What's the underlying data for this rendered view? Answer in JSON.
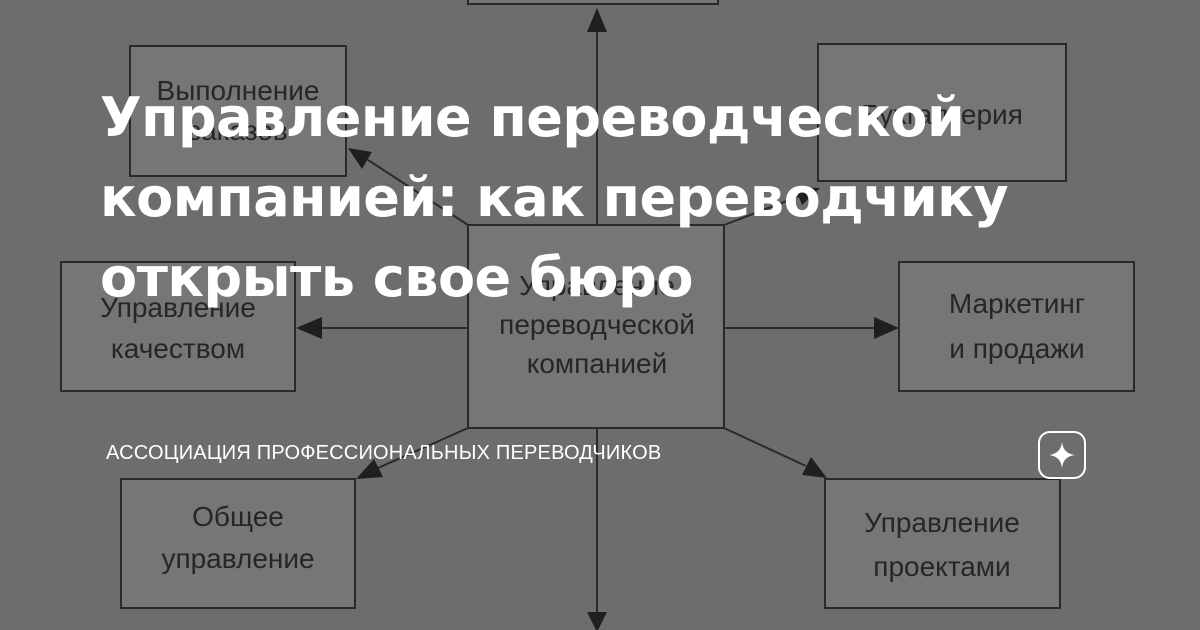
{
  "article": {
    "title": "Управление переводческой компанией: как переводчику открыть свое бюро",
    "title_lines": [
      "Управление переводческой",
      "компанией: как переводчику",
      "открыть свое бюро"
    ],
    "source": "АССОЦИАЦИЯ ПРОФЕССИОНАЛЬНЫХ ПЕРЕВОДЧИКОВ",
    "brand_icon": "sparkle-star-icon"
  },
  "diagram": {
    "center": [
      "Управление",
      "переводческой",
      "компанией"
    ],
    "nodes": [
      {
        "id": "execution",
        "lines": [
          "Выполнение",
          "заказов"
        ]
      },
      {
        "id": "accounting",
        "lines": [
          "Бухгалтерия"
        ]
      },
      {
        "id": "quality",
        "lines": [
          "Управление",
          "качеством"
        ]
      },
      {
        "id": "marketing",
        "lines": [
          "Маркетинг",
          "и продажи"
        ]
      },
      {
        "id": "general",
        "lines": [
          "Общее",
          "управление"
        ]
      },
      {
        "id": "projects",
        "lines": [
          "Управление",
          "проектами"
        ]
      }
    ]
  },
  "colors": {
    "background": "#7d7d7d",
    "diagram_box": "#888888",
    "diagram_stroke": "#2b2b2b",
    "overlay_text": "#ffffff"
  }
}
